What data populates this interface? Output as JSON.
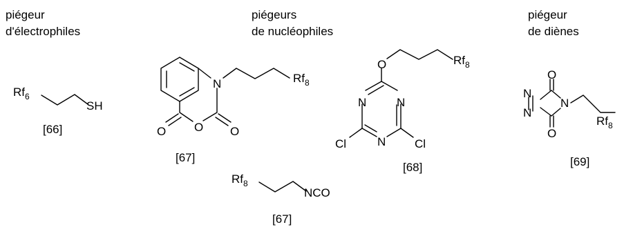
{
  "headers": {
    "electrophile": [
      "piégeur",
      "d'électrophiles"
    ],
    "nucleophile": [
      "piégeurs",
      "de nucléophiles"
    ],
    "diene": [
      "piégeur",
      "de diènes"
    ]
  },
  "compounds": {
    "thiol": {
      "rf_base": "Rf",
      "rf_sub": "6",
      "group": "SH",
      "ref": "[66]"
    },
    "isatoic": {
      "atoms": {
        "N": "N",
        "O_ring": "O",
        "O_left": "O",
        "O_right": "O"
      },
      "rf_base": "Rf",
      "rf_sub": "8",
      "ref": "[67]"
    },
    "triazine": {
      "atoms": {
        "O": "O",
        "N_left": "N",
        "N_right": "N",
        "N_bottom": "N",
        "Cl_left": "Cl",
        "Cl_right": "Cl"
      },
      "rf_base": "Rf",
      "rf_sub": "8",
      "ref": "[68]"
    },
    "isocyanate": {
      "rf_base": "Rf",
      "rf_sub": "8",
      "group": "NCO",
      "ref": "[67]"
    },
    "triazolinedione": {
      "atoms": {
        "O_top": "O",
        "O_bottom": "O",
        "N_ring_top": "N",
        "N_ring_bottom": "N",
        "N_sub": "N"
      },
      "rf_base": "Rf",
      "rf_sub": "8",
      "ref": "[69]"
    }
  }
}
